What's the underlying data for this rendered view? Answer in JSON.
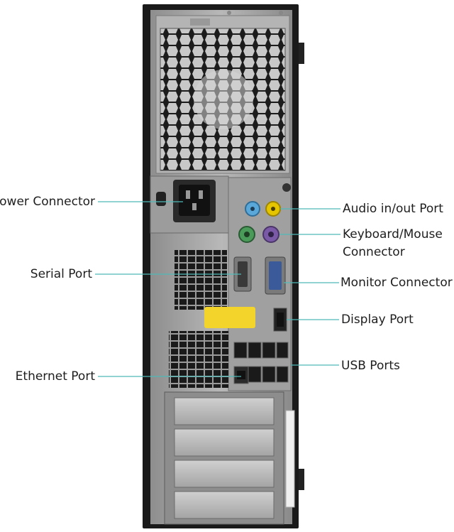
{
  "labels": {
    "power_connector": "Power Connector",
    "serial_port": "Serial Port",
    "ethernet_port": "Ethernet Port",
    "audio_port": "Audio in/out Port",
    "keyboard_mouse_line1": "Keyboard/Mouse",
    "keyboard_mouse_line2": "Connector",
    "monitor_connector": "Monitor Connector",
    "display_port": "Display Port",
    "usb_ports": "USB Ports"
  },
  "colors": {
    "leader_line": "#4fb8b8",
    "case_black": "#1a1a1a",
    "panel_gray": "#a9a9a9",
    "audio_blue": "#5aa7d9",
    "audio_yellow": "#e5c400",
    "ps2_green": "#4a9a5a",
    "ps2_purple": "#7a5aa7",
    "vga_blue": "#3a5a9a",
    "sticker_yellow": "#f2d42a"
  }
}
